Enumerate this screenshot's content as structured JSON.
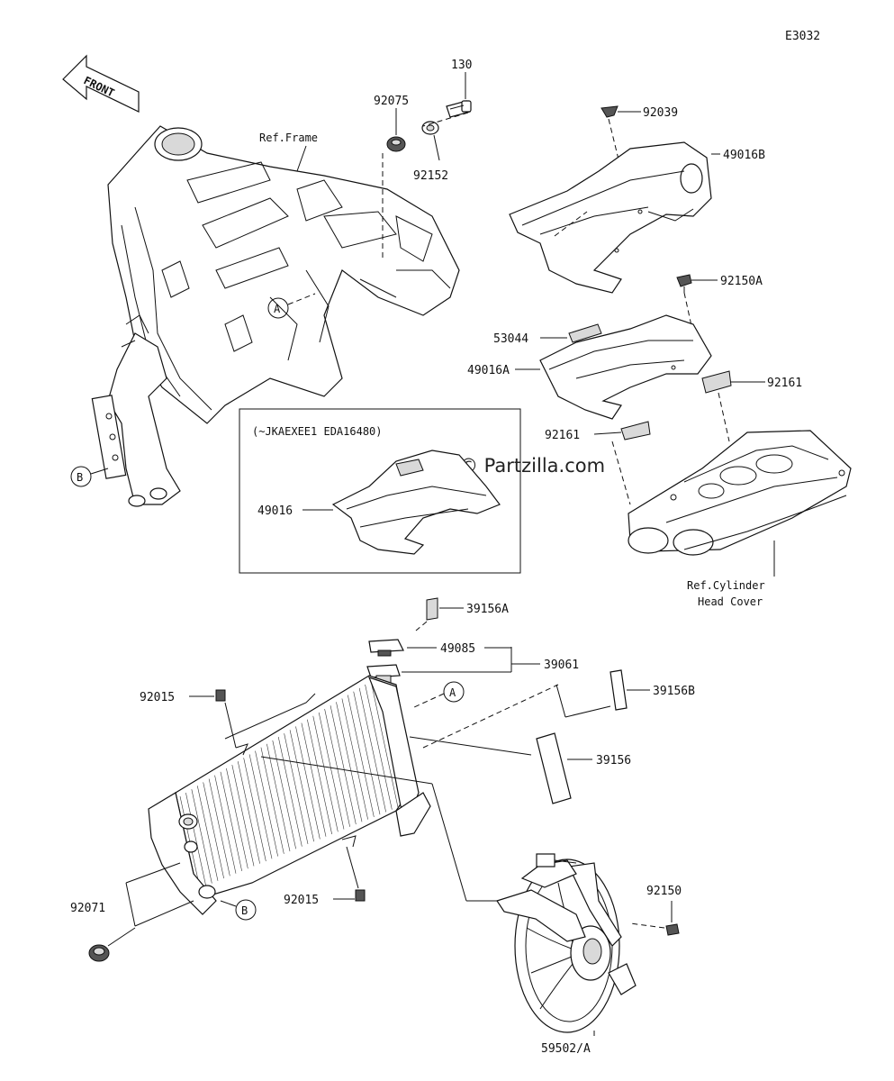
{
  "diagram_code": "E3032",
  "front_label": "FRONT",
  "watermark": "© Partzilla.com",
  "reference_labels": {
    "frame": "Ref.Frame",
    "cylinder_head_cover_line1": "Ref.Cylinder",
    "cylinder_head_cover_line2": "Head Cover"
  },
  "inset_note": "(~JKAEXEE1 EDA16480)",
  "callouts": {
    "a_top": "A",
    "a_radiator": "A",
    "b_frame": "B",
    "b_radiator": "B"
  },
  "part_numbers": {
    "p130": "130",
    "p92075": "92075",
    "p92152": "92152",
    "p92039": "92039",
    "p49016B": "49016B",
    "p92150A": "92150A",
    "p53044": "53044",
    "p49016A": "49016A",
    "p92161_right": "92161",
    "p92161_left": "92161",
    "p49016": "49016",
    "p39156A": "39156A",
    "p49085": "49085",
    "p39061": "39061",
    "p92015_top": "92015",
    "p39156B": "39156B",
    "p39156": "39156",
    "p92150": "92150",
    "p92071": "92071",
    "p92015_bottom": "92015",
    "p59502A": "59502/A"
  }
}
